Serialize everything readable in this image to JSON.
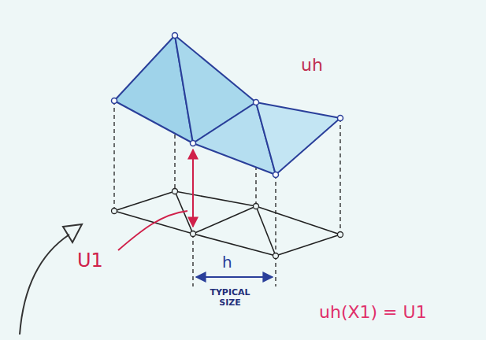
{
  "diagram": {
    "labels": [
      "uh",
      "U1",
      "h",
      "TYPICAL SIZE",
      "uh(X1) = U1"
    ]
  }
}
